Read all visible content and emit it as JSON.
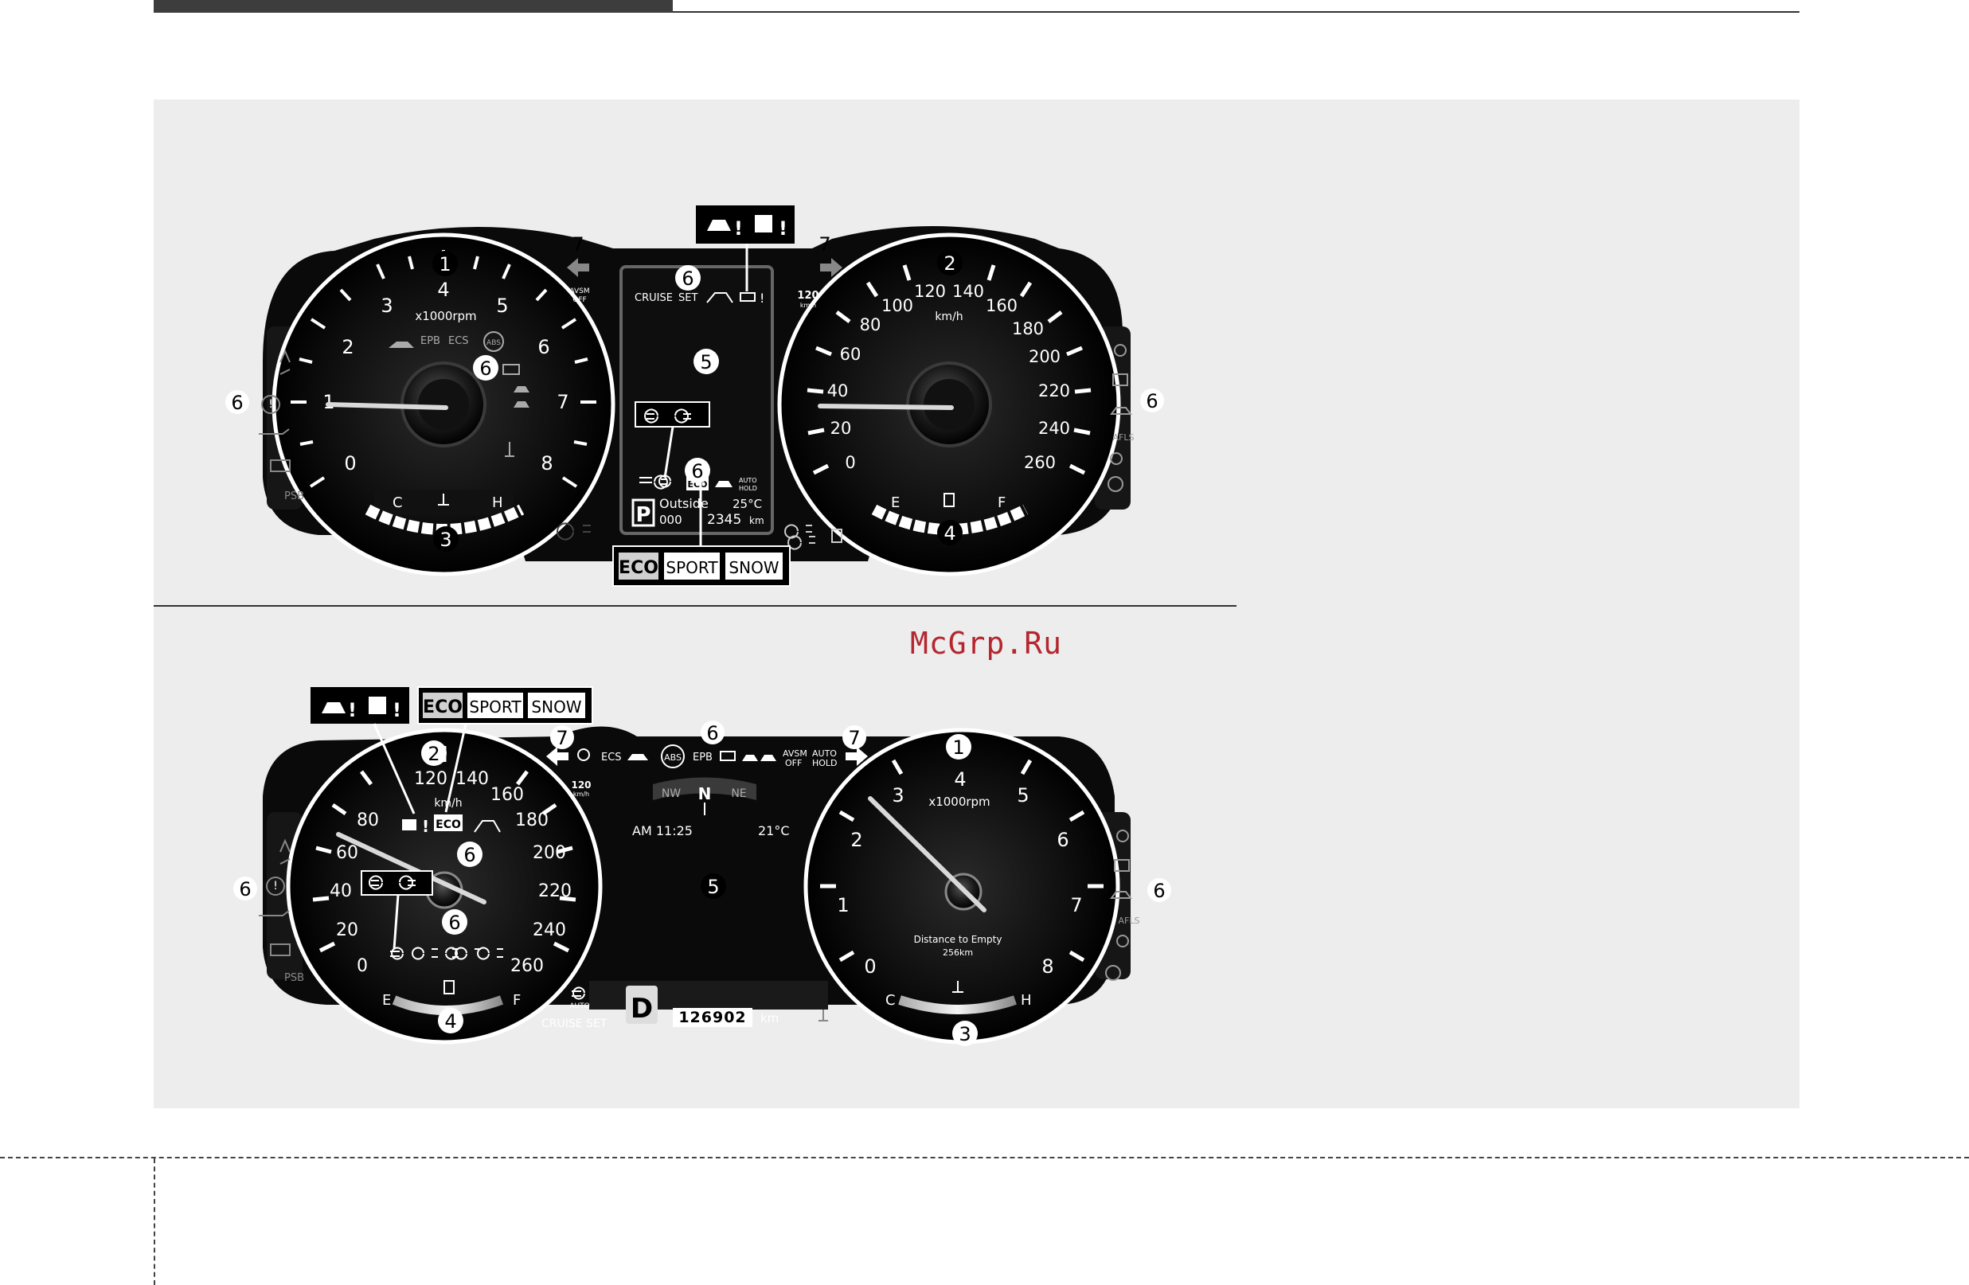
{
  "watermark": "McGrp.Ru",
  "callouts": {
    "n1": "1",
    "n2": "2",
    "n3": "3",
    "n4": "4",
    "n5": "5",
    "n6": "6",
    "n7": "7"
  },
  "cluster_a": {
    "avsm": [
      "AVSM",
      "OFF"
    ],
    "rpm_unit": "x1000rpm",
    "rpm_ticks": [
      "0",
      "1",
      "2",
      "3",
      "4",
      "5",
      "6",
      "7",
      "8"
    ],
    "warning_labels": [
      "EPB",
      "ECS",
      "ABS"
    ],
    "temp_labels": [
      "C",
      "H"
    ],
    "psb": "PSB",
    "cruise": "CRUISE",
    "set": "SET",
    "auto": "AUTO",
    "hold": "HOLD",
    "eco_small": "ECO",
    "gear": "P",
    "outside_label": "Outside",
    "outside_temp": "25°C",
    "odometer_prefix": "000",
    "trip": "2345",
    "trip_unit": "km",
    "speed_limit": "120",
    "speed_limit_unit": "km/h",
    "speed_unit": "km/h",
    "speed_ticks": [
      "0",
      "20",
      "40",
      "60",
      "80",
      "100",
      "120",
      "140",
      "160",
      "180",
      "200",
      "220",
      "240",
      "260"
    ],
    "fuel_labels": [
      "E",
      "F"
    ],
    "afls": "AFLS",
    "drive_modes": [
      "ECO",
      "SPORT",
      "SNOW"
    ]
  },
  "cluster_b": {
    "drive_modes": [
      "ECO",
      "SPORT",
      "SNOW"
    ],
    "speed_unit": "km/h",
    "speed_ticks": [
      "0",
      "20",
      "40",
      "60",
      "80",
      "120",
      "140",
      "160",
      "180",
      "200",
      "220",
      "240",
      "260"
    ],
    "eco_small": "ECO",
    "fuel_labels": [
      "E",
      "F"
    ],
    "psb": "PSB",
    "top_labels": [
      "ECS",
      "ABS",
      "EPB",
      "AVSM",
      "OFF",
      "AUTO",
      "HOLD"
    ],
    "speed_limit": "120",
    "speed_limit_unit": "km/h",
    "compass": [
      "NW",
      "N",
      "NE"
    ],
    "time": "AM 11:25",
    "outside_temp": "21°C",
    "auto": "AUTO",
    "cruise_set": "CRUISE  SET",
    "gear": "D",
    "odometer": "126902",
    "odometer_unit": "km",
    "rpm_unit": "x1000rpm",
    "rpm_ticks": [
      "0",
      "1",
      "2",
      "3",
      "4",
      "5",
      "6",
      "7",
      "8"
    ],
    "dte_label": "Distance to Empty",
    "dte_value": "256km",
    "temp_labels": [
      "C",
      "H"
    ],
    "afls": "AFLS"
  }
}
